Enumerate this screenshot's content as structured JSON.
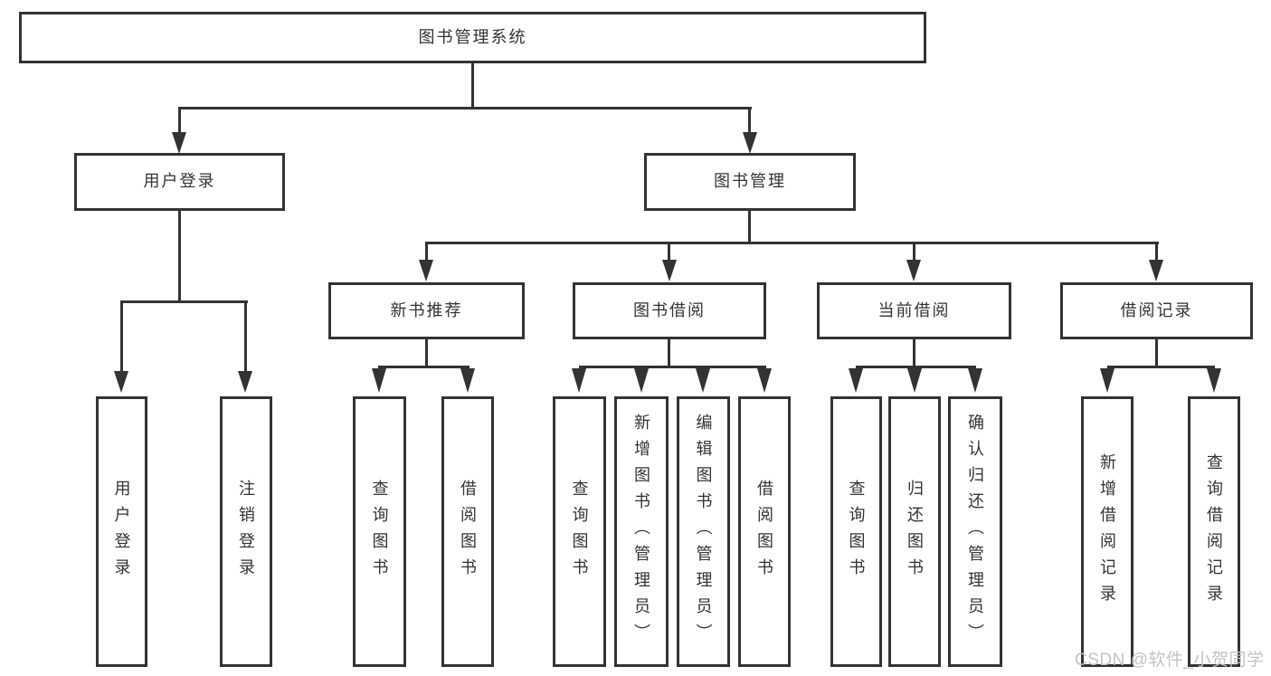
{
  "tree": {
    "label": "图书管理系统",
    "children": [
      {
        "label": "用户登录",
        "children": [
          {
            "label": "用户登录"
          },
          {
            "label": "注销登录"
          }
        ]
      },
      {
        "label": "图书管理",
        "children": [
          {
            "label": "新书推荐",
            "children": [
              {
                "label": "查询图书"
              },
              {
                "label": "借阅图书"
              }
            ]
          },
          {
            "label": "图书借阅",
            "children": [
              {
                "label": "查询图书"
              },
              {
                "label": "新增图书（管理员）"
              },
              {
                "label": "编辑图书（管理员）"
              },
              {
                "label": "借阅图书"
              }
            ]
          },
          {
            "label": "当前借阅",
            "children": [
              {
                "label": "查询图书"
              },
              {
                "label": "归还图书"
              },
              {
                "label": "确认归还（管理员）"
              }
            ]
          },
          {
            "label": "借阅记录",
            "children": [
              {
                "label": "新增借阅记录"
              },
              {
                "label": "查询借阅记录"
              }
            ]
          }
        ]
      }
    ]
  },
  "watermark": {
    "text": "CSDN @软件_小贺同学"
  },
  "colors": {
    "line": "#333333",
    "text": "#333333",
    "box_background": "#ffffff",
    "watermark": "#c3c3c3",
    "page_background": "#ffffff"
  }
}
